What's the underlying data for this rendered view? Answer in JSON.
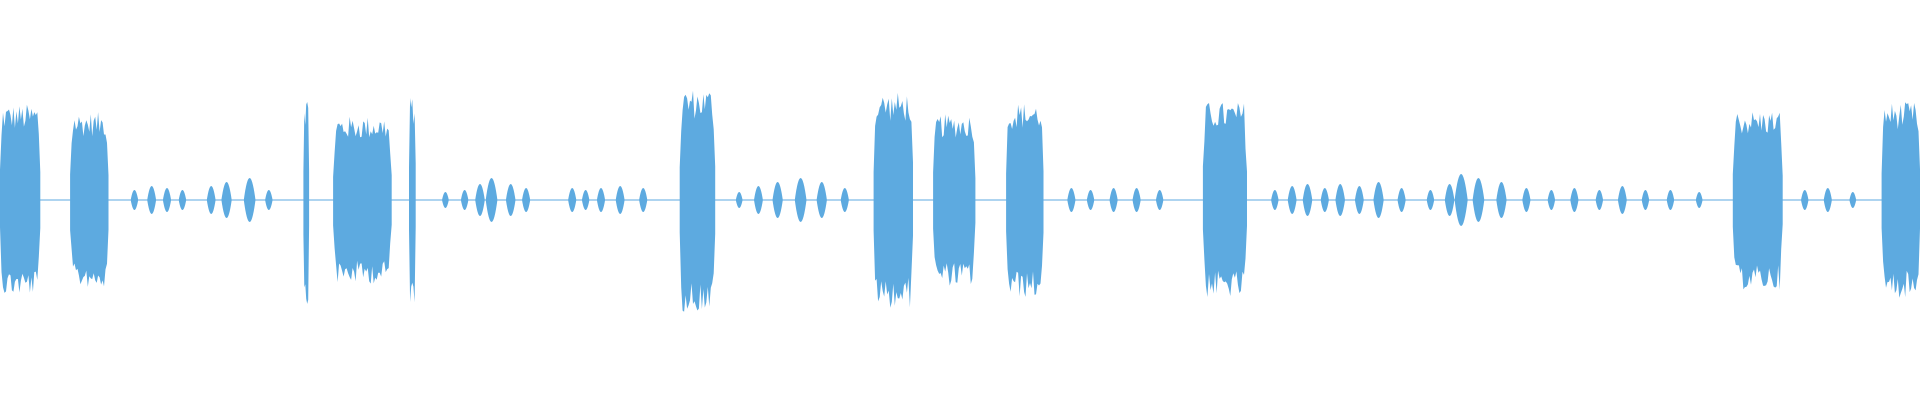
{
  "waveform": {
    "color": "#5DAAE0",
    "background": "#FFFFFF",
    "duration": 1.0,
    "loud_segments": [
      {
        "start": 0.0,
        "end": 0.021,
        "amp": 0.48
      },
      {
        "start": 0.0365,
        "end": 0.0565,
        "amp": 0.44
      },
      {
        "start": 0.158,
        "end": 0.161,
        "amp": 0.52
      },
      {
        "start": 0.1735,
        "end": 0.204,
        "amp": 0.42
      },
      {
        "start": 0.213,
        "end": 0.2165,
        "amp": 0.52
      },
      {
        "start": 0.354,
        "end": 0.3725,
        "amp": 0.56
      },
      {
        "start": 0.455,
        "end": 0.4755,
        "amp": 0.54
      },
      {
        "start": 0.486,
        "end": 0.508,
        "amp": 0.43
      },
      {
        "start": 0.524,
        "end": 0.5435,
        "amp": 0.49
      },
      {
        "start": 0.6265,
        "end": 0.6495,
        "amp": 0.49
      },
      {
        "start": 0.9025,
        "end": 0.9285,
        "amp": 0.45
      },
      {
        "start": 0.98,
        "end": 1.0,
        "amp": 0.49
      }
    ],
    "blips": [
      {
        "pos": 0.07,
        "amp": 0.05
      },
      {
        "pos": 0.079,
        "amp": 0.07
      },
      {
        "pos": 0.087,
        "amp": 0.06
      },
      {
        "pos": 0.095,
        "amp": 0.05
      },
      {
        "pos": 0.11,
        "amp": 0.07
      },
      {
        "pos": 0.118,
        "amp": 0.09
      },
      {
        "pos": 0.13,
        "amp": 0.11
      },
      {
        "pos": 0.14,
        "amp": 0.05
      },
      {
        "pos": 0.232,
        "amp": 0.04
      },
      {
        "pos": 0.242,
        "amp": 0.05
      },
      {
        "pos": 0.25,
        "amp": 0.08
      },
      {
        "pos": 0.256,
        "amp": 0.11
      },
      {
        "pos": 0.266,
        "amp": 0.08
      },
      {
        "pos": 0.274,
        "amp": 0.06
      },
      {
        "pos": 0.298,
        "amp": 0.06
      },
      {
        "pos": 0.305,
        "amp": 0.05
      },
      {
        "pos": 0.313,
        "amp": 0.06
      },
      {
        "pos": 0.323,
        "amp": 0.07
      },
      {
        "pos": 0.335,
        "amp": 0.06
      },
      {
        "pos": 0.385,
        "amp": 0.04
      },
      {
        "pos": 0.395,
        "amp": 0.07
      },
      {
        "pos": 0.405,
        "amp": 0.09
      },
      {
        "pos": 0.417,
        "amp": 0.11
      },
      {
        "pos": 0.428,
        "amp": 0.09
      },
      {
        "pos": 0.44,
        "amp": 0.06
      },
      {
        "pos": 0.558,
        "amp": 0.06
      },
      {
        "pos": 0.568,
        "amp": 0.05
      },
      {
        "pos": 0.58,
        "amp": 0.06
      },
      {
        "pos": 0.592,
        "amp": 0.06
      },
      {
        "pos": 0.604,
        "amp": 0.05
      },
      {
        "pos": 0.664,
        "amp": 0.05
      },
      {
        "pos": 0.673,
        "amp": 0.07
      },
      {
        "pos": 0.681,
        "amp": 0.08
      },
      {
        "pos": 0.69,
        "amp": 0.06
      },
      {
        "pos": 0.698,
        "amp": 0.08
      },
      {
        "pos": 0.708,
        "amp": 0.07
      },
      {
        "pos": 0.718,
        "amp": 0.09
      },
      {
        "pos": 0.73,
        "amp": 0.06
      },
      {
        "pos": 0.745,
        "amp": 0.05
      },
      {
        "pos": 0.755,
        "amp": 0.08
      },
      {
        "pos": 0.761,
        "amp": 0.13
      },
      {
        "pos": 0.77,
        "amp": 0.11
      },
      {
        "pos": 0.782,
        "amp": 0.09
      },
      {
        "pos": 0.795,
        "amp": 0.06
      },
      {
        "pos": 0.808,
        "amp": 0.05
      },
      {
        "pos": 0.82,
        "amp": 0.06
      },
      {
        "pos": 0.833,
        "amp": 0.05
      },
      {
        "pos": 0.845,
        "amp": 0.07
      },
      {
        "pos": 0.857,
        "amp": 0.05
      },
      {
        "pos": 0.87,
        "amp": 0.05
      },
      {
        "pos": 0.885,
        "amp": 0.04
      },
      {
        "pos": 0.94,
        "amp": 0.05
      },
      {
        "pos": 0.952,
        "amp": 0.06
      },
      {
        "pos": 0.965,
        "amp": 0.04
      }
    ]
  }
}
